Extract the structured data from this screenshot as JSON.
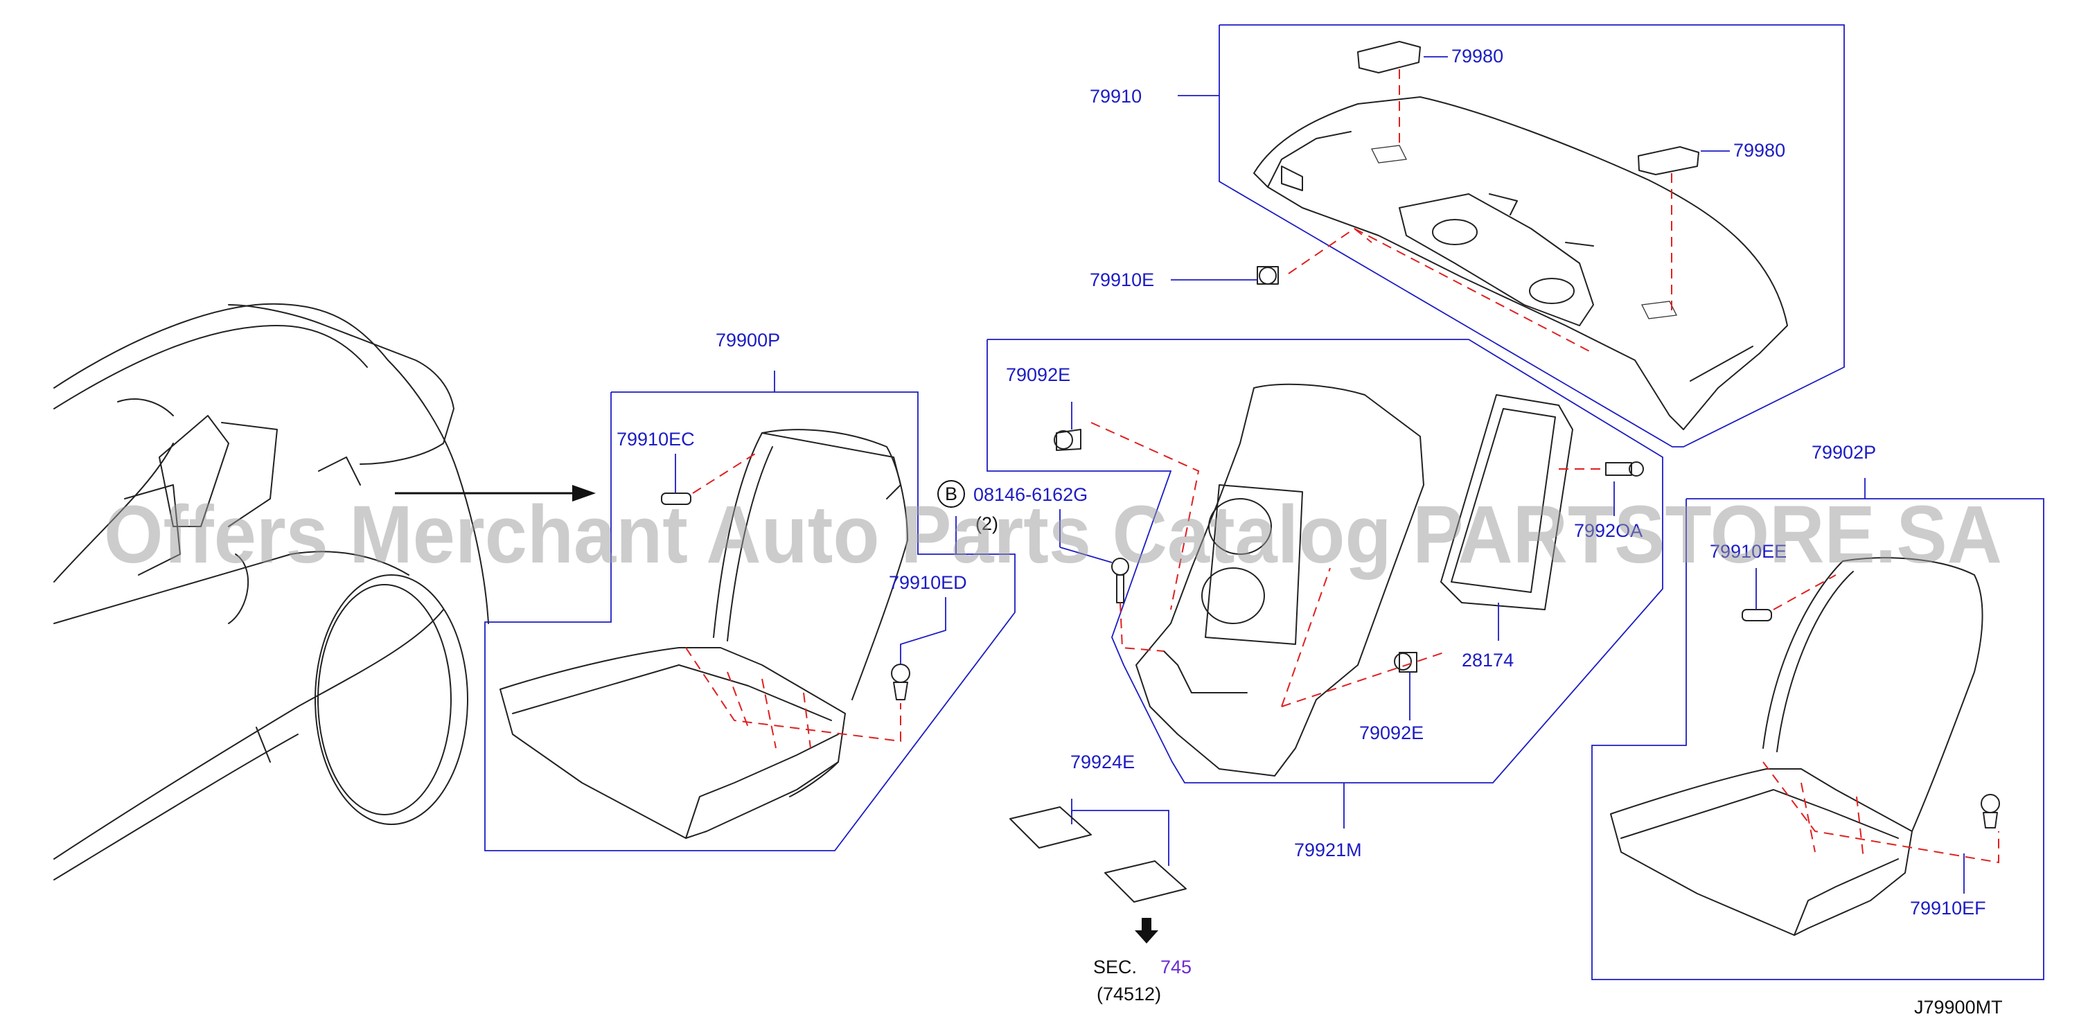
{
  "diagram_code": "J79900MT",
  "watermark": "Offers Merchant Auto Parts Catalog PARTSTORE.SA",
  "accent_color": "#1c1cc4",
  "dashed_color": "#e02020",
  "labels": {
    "p79910": "79910",
    "p79980_top": "79980",
    "p79980_right": "79980",
    "p79910E": "79910E",
    "p79900P": "79900P",
    "p79910EC": "79910EC",
    "bolt_prefix": "B",
    "bolt_number": "08146-6162G",
    "bolt_qty": "(2)",
    "p79910ED": "79910ED",
    "p79092E_top": "79092E",
    "p79092E_bottom": "79092E",
    "p7992OA": "7992OA",
    "p28174": "28174",
    "p79921M": "79921M",
    "p79924E": "79924E",
    "sec_prefix": "SEC.",
    "sec_number": "745",
    "sec_sub": "(74512)",
    "p79902P": "79902P",
    "p79910EE": "79910EE",
    "p79910EF": "79910EF"
  }
}
